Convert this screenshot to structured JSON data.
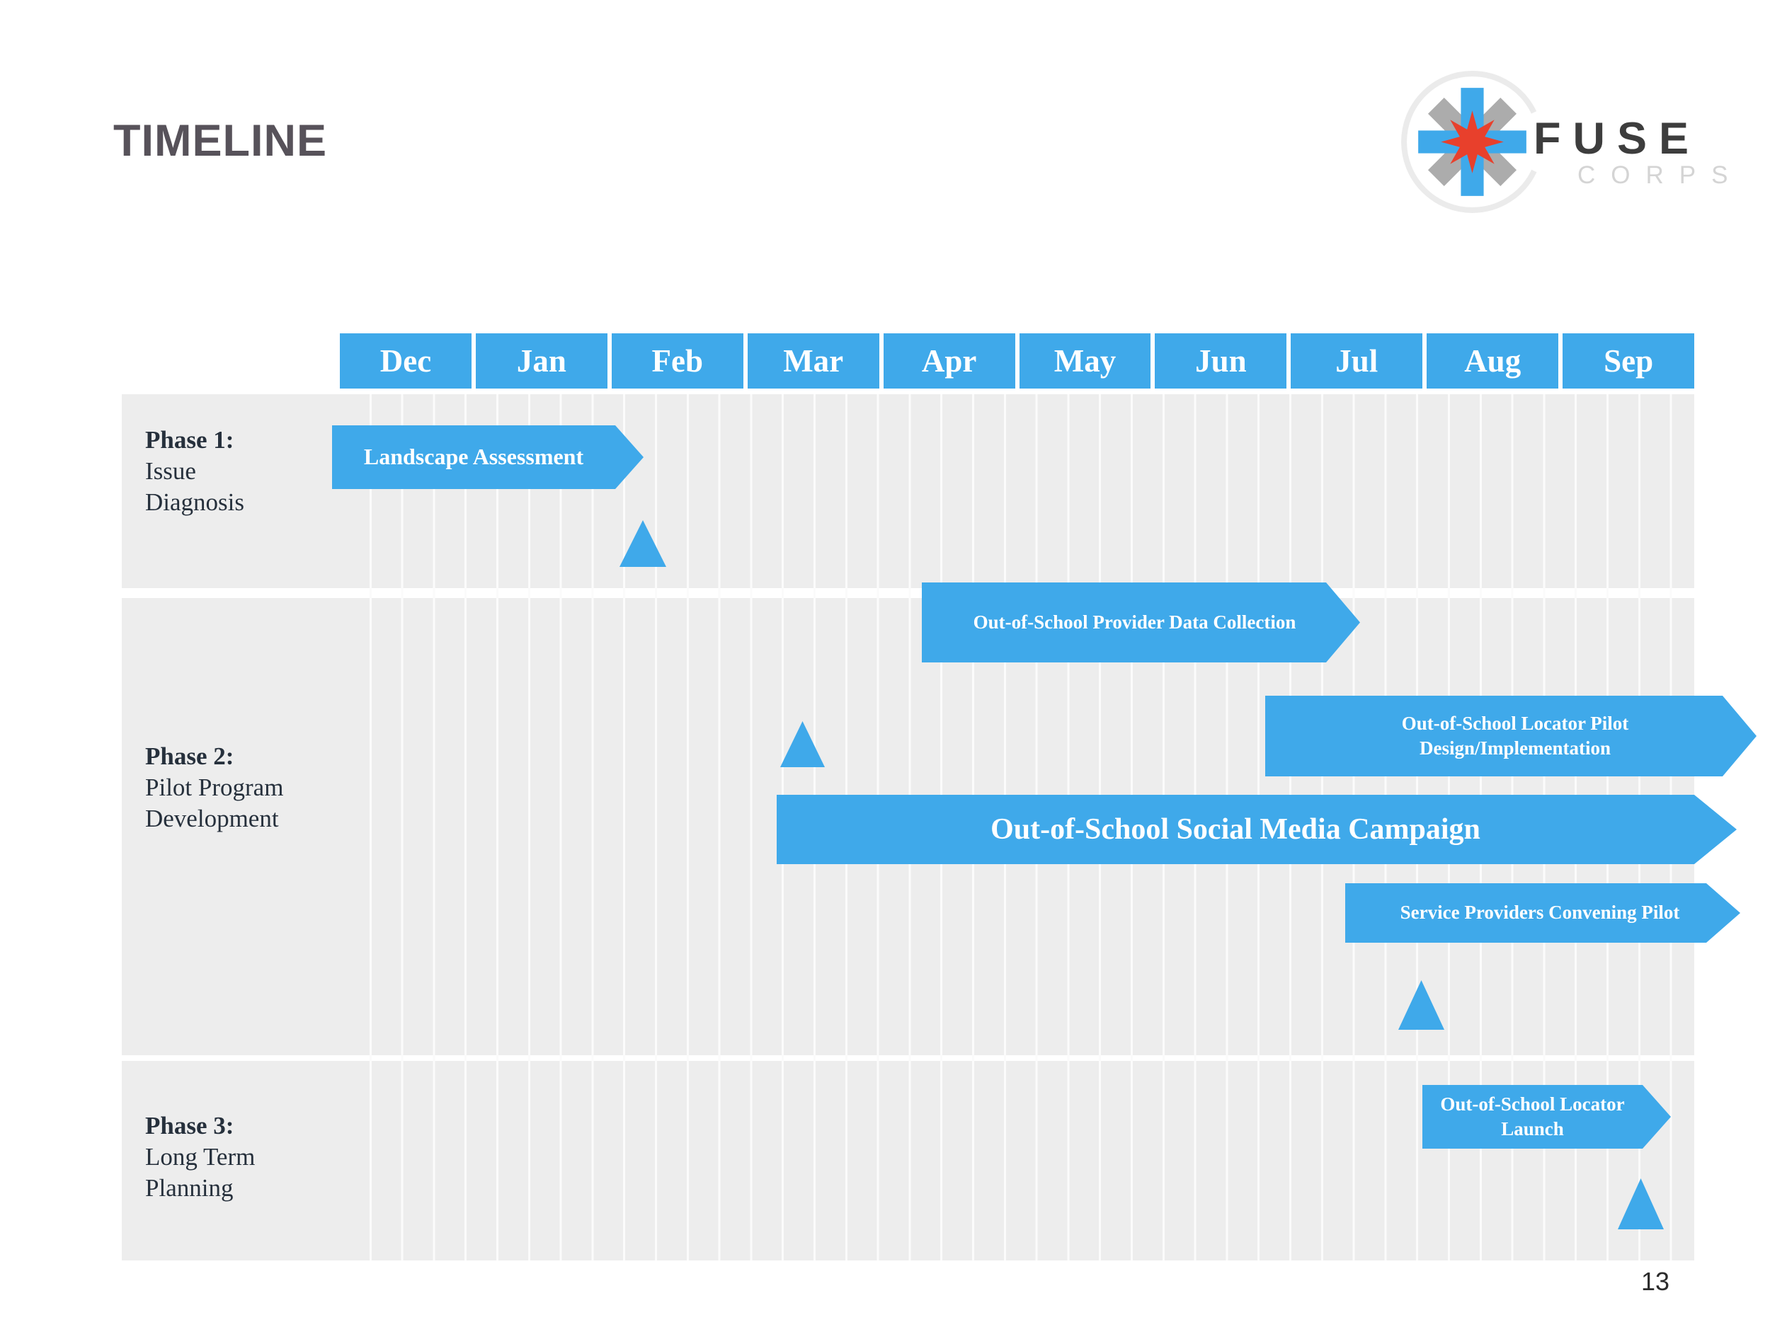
{
  "page": {
    "title": "TIMELINE",
    "page_number": "13"
  },
  "logo": {
    "name": "FUSE",
    "subname": "CORPS"
  },
  "colors": {
    "accent_blue": "#3FA9EA",
    "row_gray": "#EDEDED",
    "title_gray": "#57525A",
    "phase_text": "#26303C",
    "logo_red": "#E8402C",
    "logo_arm_gray": "#ACACAC",
    "logo_ring_gray": "#EBEBEB"
  },
  "chart_data": {
    "type": "bar",
    "variant": "gantt-timeline",
    "title": "TIMELINE",
    "grid": "weekly vertical gridlines, monthly header columns",
    "months": [
      "Dec",
      "Jan",
      "Feb",
      "Mar",
      "Apr",
      "May",
      "Jun",
      "Jul",
      "Aug",
      "Sep"
    ],
    "phases": [
      {
        "title": "Phase 1:",
        "lines": [
          "Issue",
          "Diagnosis"
        ]
      },
      {
        "title": "Phase 2:",
        "lines": [
          "Pilot Program",
          "Development"
        ]
      },
      {
        "title": "Phase 3:",
        "lines": [
          "Long Term",
          "Planning"
        ]
      }
    ],
    "tasks": [
      {
        "label": "Landscape Assessment",
        "phase": 1,
        "start_month": "Dec",
        "end_month": "late Jan",
        "start_index": 0,
        "end_index": 2.0
      },
      {
        "label": "Out-of-School Provider Data Collection",
        "phase": 2,
        "start_month": "early Apr",
        "end_month": "end of Jun",
        "start_index": 4.3,
        "end_index": 7.1
      },
      {
        "label": "Out-of-School Locator Pilot Design/Implementation",
        "phase": 2,
        "start_month": "late Jun",
        "end_month": "Sep",
        "start_index": 6.8,
        "end_index": 9.9
      },
      {
        "label": "Out-of-School Social Media Campaign",
        "phase": 2,
        "start_month": "mid Mar",
        "end_month": "Sep",
        "start_index": 3.2,
        "end_index": 10.0
      },
      {
        "label": "Service Providers Convening Pilot",
        "phase": 2,
        "start_month": "mid Jul",
        "end_month": "Sep",
        "start_index": 7.4,
        "end_index": 9.9
      },
      {
        "label": "Out-of-School Locator Launch",
        "phase": 3,
        "start_month": "Aug",
        "end_month": "mid Sep",
        "start_index": 8.0,
        "end_index": 9.6
      }
    ],
    "milestones": [
      {
        "phase": 1,
        "position": "early Feb",
        "month_index": 2.2
      },
      {
        "phase": 2,
        "position": "mid Mar",
        "month_index": 3.4
      },
      {
        "phase": 2,
        "position": "late Jul",
        "month_index": 8.0
      },
      {
        "phase": 3,
        "position": "mid Sep",
        "month_index": 9.6
      }
    ]
  }
}
